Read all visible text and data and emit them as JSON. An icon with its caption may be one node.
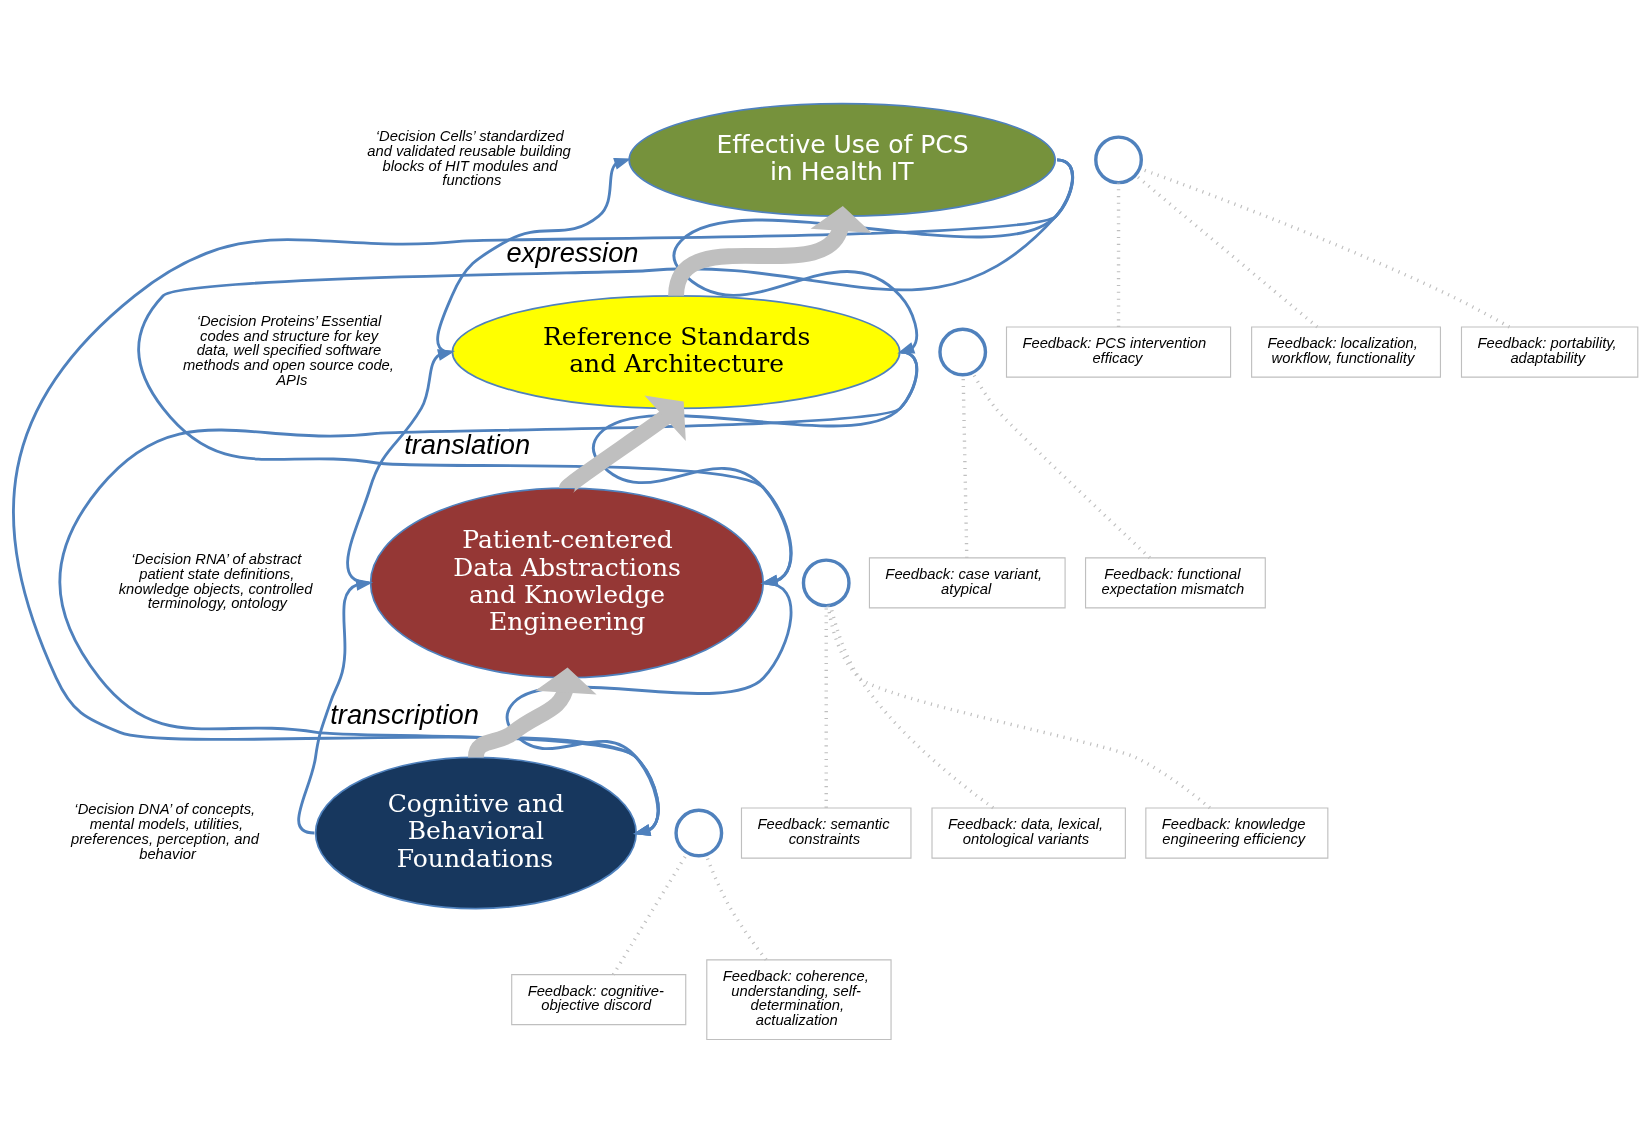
{
  "diagram": {
    "nodes": [
      {
        "text": [
          "Effective Use of PCS in Health IT"
        ]
      },
      {
        "text": [
          "Reference Standards and Architecture"
        ]
      },
      {
        "text": [
          "Patient-centered Data Abstractions and Knowledge Engineering"
        ]
      },
      {
        "text": [
          "Cognitive and Behavioral Foundations"
        ]
      },
      {
        "text": [
          "Feedback: PCS intervention efficacy"
        ]
      },
      {
        "text": [
          "Feedback: localization, workflow, functionality"
        ]
      },
      {
        "text": [
          "Feedback: portability, adaptability"
        ]
      },
      {
        "text": [
          "Feedback: case variant, atypical"
        ]
      },
      {
        "text": [
          "Feedback: functional expectation mismatch"
        ]
      },
      {
        "text": [
          "Feedback: semantic constraints"
        ]
      },
      {
        "text": [
          "Feedback: data, lexical, ontological variants"
        ]
      },
      {
        "text": [
          "Feedback: knowledge engineering efficiency"
        ]
      },
      {
        "text": [
          "Feedback: cognitive-objective discord"
        ]
      },
      {
        "text": [
          "Feedback: coherence, understanding, self-determination, actualization"
        ]
      },
      {
        "text": [],
        "shape": "circle"
      },
      {
        "text": [],
        "shape": "circle"
      },
      {
        "text": [],
        "shape": "circle"
      },
      {
        "text": [],
        "shape": "circle"
      }
    ],
    "edges": [
      {
        "from": 1,
        "to": 0,
        "arrow": "to",
        "label": "expression",
        "color": "#4f81bd"
      },
      {
        "from": 2,
        "to": 1,
        "arrow": "to",
        "label": "translation",
        "color": "#4f81bd"
      },
      {
        "from": 3,
        "to": 2,
        "arrow": "to",
        "label": "transcription",
        "color": "#4f81bd"
      },
      {
        "from": 1,
        "to": 0,
        "arrow": "to",
        "style": "thick",
        "color": "#bfbfbf"
      },
      {
        "from": 2,
        "to": 1,
        "arrow": "to",
        "style": "thick",
        "color": "#bfbfbf"
      },
      {
        "from": 3,
        "to": 2,
        "arrow": "to",
        "style": "thick",
        "color": "#bfbfbf"
      },
      {
        "from": 0,
        "to": 1,
        "arrow": "to",
        "color": "#4f81bd"
      },
      {
        "from": 0,
        "to": 2,
        "arrow": "to",
        "color": "#4f81bd"
      },
      {
        "from": 0,
        "to": 3,
        "arrow": "to",
        "color": "#4f81bd"
      },
      {
        "from": 1,
        "to": 2,
        "arrow": "to",
        "color": "#4f81bd"
      },
      {
        "from": 1,
        "to": 3,
        "arrow": "to",
        "color": "#4f81bd"
      },
      {
        "from": 2,
        "to": 3,
        "arrow": "to",
        "color": "#4f81bd"
      },
      {
        "from": 4,
        "to": 14,
        "arrow": "none",
        "style": "dashed",
        "color": "#bfbfbf"
      },
      {
        "from": 5,
        "to": 14,
        "arrow": "none",
        "style": "dashed",
        "color": "#bfbfbf"
      },
      {
        "from": 6,
        "to": 14,
        "arrow": "none",
        "style": "dashed",
        "color": "#bfbfbf"
      },
      {
        "from": 7,
        "to": 15,
        "arrow": "none",
        "style": "dashed",
        "color": "#bfbfbf"
      },
      {
        "from": 8,
        "to": 15,
        "arrow": "none",
        "style": "dashed",
        "color": "#bfbfbf"
      },
      {
        "from": 9,
        "to": 16,
        "arrow": "none",
        "style": "dashed",
        "color": "#bfbfbf"
      },
      {
        "from": 10,
        "to": 16,
        "arrow": "none",
        "style": "dashed",
        "color": "#bfbfbf"
      },
      {
        "from": 11,
        "to": 16,
        "arrow": "none",
        "style": "dashed",
        "color": "#bfbfbf"
      },
      {
        "from": 12,
        "to": 17,
        "arrow": "none",
        "style": "dashed",
        "color": "#bfbfbf"
      },
      {
        "from": 13,
        "to": 17,
        "arrow": "none",
        "style": "dashed",
        "color": "#bfbfbf"
      }
    ],
    "labels": [
      "‘Decision Cells’ standardized and validated reusable building blocks of HIT modules and functions",
      "‘Decision Proteins’ Essential codes and structure for key data, well specified software methods and open source code, APIs",
      "‘Decision RNA’ of abstract patient state definitions, knowledge objects, controlled terminology, ontology",
      "‘Decision DNA’ of concepts, mental models, utilities, preferences, perception, and behavior"
    ]
  }
}
